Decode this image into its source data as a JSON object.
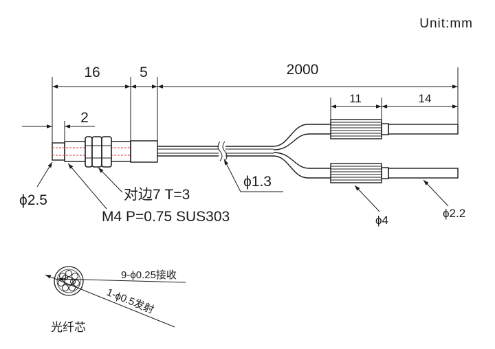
{
  "unit_label": "Unit:mm",
  "dimensions": {
    "len_16": "16",
    "len_5": "5",
    "len_2000": "2000",
    "len_2": "2",
    "len_11": "11",
    "len_14": "14"
  },
  "callouts": {
    "dia_2_5": "ϕ2.5",
    "hex_nut": "对边7 T=3",
    "thread_spec": "M4 P=0.75 SUS303",
    "dia_1_3": "ϕ1.3",
    "dia_4": "ϕ4",
    "dia_2_2": "ϕ2.2"
  },
  "core": {
    "receive_label": "9-ϕ0.25接收",
    "emit_label": "1-ϕ0.5发射",
    "title": "光纤芯"
  },
  "colors": {
    "line": "#1a1a1a",
    "dashed_core": "#e0312b"
  }
}
